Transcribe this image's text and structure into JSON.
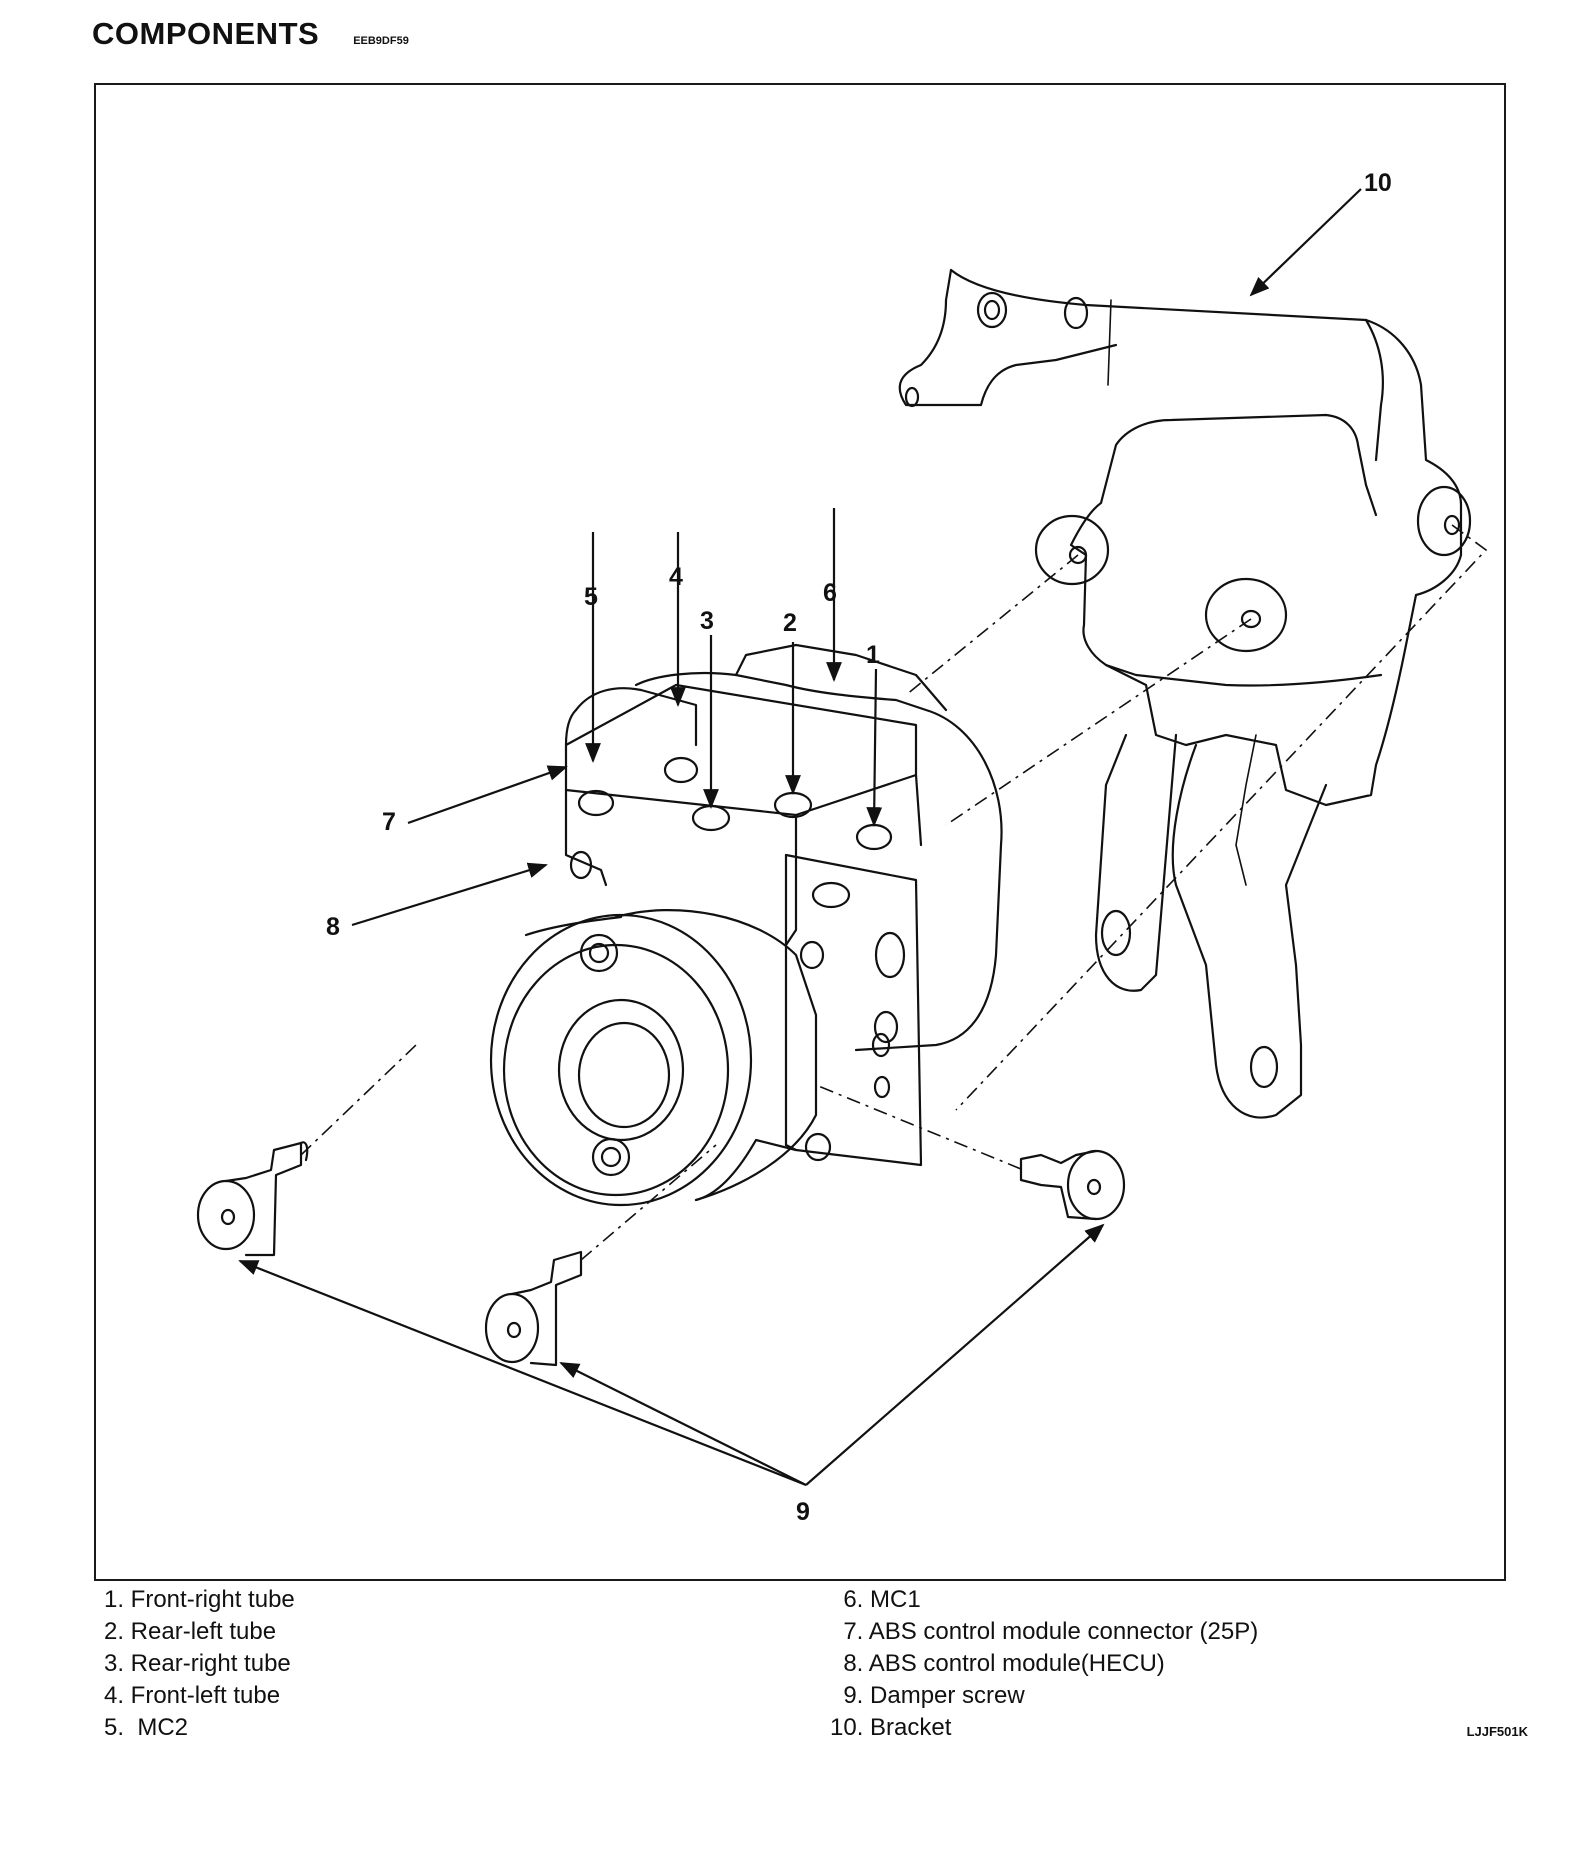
{
  "heading": {
    "title": "COMPONENTS",
    "code": "EEB9DF59"
  },
  "callouts": {
    "c1": "1",
    "c2": "2",
    "c3": "3",
    "c4": "4",
    "c5": "5",
    "c6": "6",
    "c7": "7",
    "c8": "8",
    "c9": "9",
    "c10": "10"
  },
  "legend": {
    "left": [
      "1. Front-right tube",
      "2. Rear-left tube",
      "3. Rear-right tube",
      "4. Front-left tube",
      "5.  MC2"
    ],
    "right": [
      "  6. MC1",
      "  7. ABS control module connector (25P)",
      "  8. ABS control module(HECU)",
      "  9. Damper screw",
      "10. Bracket"
    ]
  },
  "figure_code": "LJJF501K",
  "colors": {
    "ink": "#111111",
    "paper": "#ffffff"
  }
}
